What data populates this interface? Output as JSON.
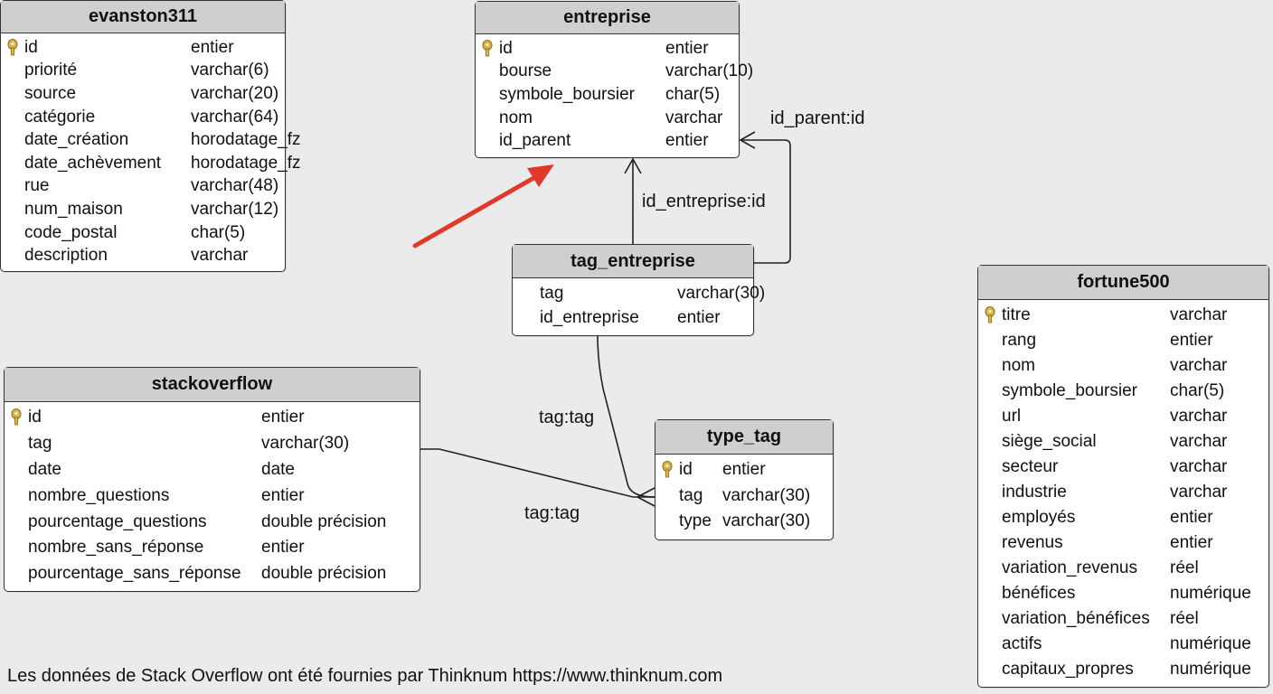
{
  "colors": {
    "header_bg": "#cfcfcf",
    "border": "#333333",
    "arrow": "#e0392b",
    "key_icon": "#d4b04a"
  },
  "tables": {
    "evanston311": {
      "name": "evanston311",
      "columns": [
        {
          "name": "id",
          "type": "entier",
          "key": true
        },
        {
          "name": "priorité",
          "type": "varchar(6)"
        },
        {
          "name": "source",
          "type": "varchar(20)"
        },
        {
          "name": "catégorie",
          "type": "varchar(64)"
        },
        {
          "name": "date_création",
          "type": "horodatage_fz"
        },
        {
          "name": "date_achèvement",
          "type": "horodatage_fz"
        },
        {
          "name": "rue",
          "type": "varchar(48)"
        },
        {
          "name": "num_maison",
          "type": "varchar(12)"
        },
        {
          "name": "code_postal",
          "type": "char(5)"
        },
        {
          "name": "description",
          "type": "varchar"
        }
      ]
    },
    "entreprise": {
      "name": "entreprise",
      "columns": [
        {
          "name": "id",
          "type": "entier",
          "key": true
        },
        {
          "name": "bourse",
          "type": "varchar(10)"
        },
        {
          "name": "symbole_boursier",
          "type": "char(5)"
        },
        {
          "name": "nom",
          "type": "varchar"
        },
        {
          "name": "id_parent",
          "type": "entier"
        }
      ]
    },
    "tag_entreprise": {
      "name": "tag_entreprise",
      "columns": [
        {
          "name": "tag",
          "type": "varchar(30)"
        },
        {
          "name": "id_entreprise",
          "type": "entier"
        }
      ]
    },
    "stackoverflow": {
      "name": "stackoverflow",
      "columns": [
        {
          "name": "id",
          "type": "entier",
          "key": true
        },
        {
          "name": "tag",
          "type": "varchar(30)"
        },
        {
          "name": "date",
          "type": "date"
        },
        {
          "name": "nombre_questions",
          "type": "entier"
        },
        {
          "name": "pourcentage_questions",
          "type": "double précision"
        },
        {
          "name": "nombre_sans_réponse",
          "type": "entier"
        },
        {
          "name": "pourcentage_sans_réponse",
          "type": "double précision"
        }
      ]
    },
    "type_tag": {
      "name": "type_tag",
      "columns": [
        {
          "name": "id",
          "type": "entier",
          "key": true
        },
        {
          "name": "tag",
          "type": "varchar(30)"
        },
        {
          "name": "type",
          "type": "varchar(30)"
        }
      ]
    },
    "fortune500": {
      "name": "fortune500",
      "columns": [
        {
          "name": "titre",
          "type": "varchar",
          "key": true
        },
        {
          "name": "rang",
          "type": "entier"
        },
        {
          "name": "nom",
          "type": "varchar"
        },
        {
          "name": "symbole_boursier",
          "type": "char(5)"
        },
        {
          "name": "url",
          "type": "varchar"
        },
        {
          "name": "siège_social",
          "type": "varchar"
        },
        {
          "name": "secteur",
          "type": "varchar"
        },
        {
          "name": "industrie",
          "type": "varchar"
        },
        {
          "name": "employés",
          "type": "entier"
        },
        {
          "name": "revenus",
          "type": "entier"
        },
        {
          "name": "variation_revenus",
          "type": "réel"
        },
        {
          "name": "bénéfices",
          "type": "numérique"
        },
        {
          "name": "variation_bénéfices",
          "type": "réel"
        },
        {
          "name": "actifs",
          "type": "numérique"
        },
        {
          "name": "capitaux_propres",
          "type": "numérique"
        }
      ]
    }
  },
  "relations": {
    "id_parent": "id_parent:id",
    "id_entreprise": "id_entreprise:id",
    "tag_1": "tag:tag",
    "tag_2": "tag:tag"
  },
  "footer": "Les données de Stack Overflow ont été fournies par Thinknum https://www.thinknum.com"
}
